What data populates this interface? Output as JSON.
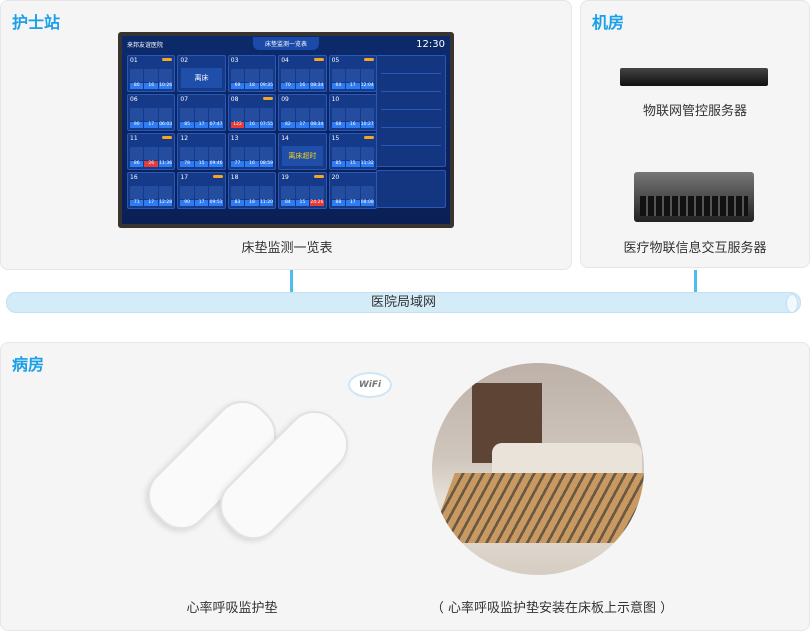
{
  "nurse_station": {
    "title": "护士站",
    "caption": "床垫监测一览表",
    "screen": {
      "hospital": "来邦友谊医院",
      "title": "床垫监测一览表",
      "time": "12:30",
      "beds": [
        {
          "no": "01",
          "hr": "80",
          "rr": "16",
          "t": "10:26",
          "tag": true
        },
        {
          "no": "02",
          "status": "离床"
        },
        {
          "no": "03",
          "hr": "69",
          "rr": "18",
          "t": "09:35"
        },
        {
          "no": "04",
          "hr": "70",
          "rr": "16",
          "t": "08:34",
          "tag": true
        },
        {
          "no": "05",
          "hr": "64",
          "rr": "17",
          "t": "12:04",
          "tag": true
        },
        {
          "no": "06",
          "hr": "90",
          "rr": "17",
          "t": "06:03"
        },
        {
          "no": "07",
          "hr": "85",
          "rr": "17",
          "t": "07:47"
        },
        {
          "no": "08",
          "hr": "122",
          "rr": "16",
          "t": "07:55",
          "tag": true,
          "alert": "hr"
        },
        {
          "no": "09",
          "hr": "82",
          "rr": "17",
          "t": "08:34"
        },
        {
          "no": "10",
          "hr": "68",
          "rr": "16",
          "t": "10:27"
        },
        {
          "no": "11",
          "hr": "86",
          "rr": "26",
          "t": "11:36",
          "tag": true,
          "alert": "rr"
        },
        {
          "no": "12",
          "hr": "78",
          "rr": "15",
          "t": "09:46"
        },
        {
          "no": "13",
          "hr": "77",
          "rr": "16",
          "t": "08:59"
        },
        {
          "no": "14",
          "status": "离床超时",
          "over": true
        },
        {
          "no": "15",
          "hr": "85",
          "rr": "15",
          "t": "11:32",
          "tag": true
        },
        {
          "no": "16",
          "hr": "71",
          "rr": "17",
          "t": "12:28"
        },
        {
          "no": "17",
          "hr": "90",
          "rr": "17",
          "t": "09:51",
          "tag": true
        },
        {
          "no": "18",
          "hr": "83",
          "rr": "18",
          "t": "11:20"
        },
        {
          "no": "19",
          "hr": "84",
          "rr": "15",
          "t": "24:26",
          "tag": true,
          "alert": "t"
        },
        {
          "no": "20",
          "hr": "88",
          "rr": "17",
          "t": "08:08"
        }
      ]
    }
  },
  "server_room": {
    "title": "机房",
    "server1": "物联网管控服务器",
    "server2": "医疗物联信息交互服务器"
  },
  "network": "医院局域网",
  "ward": {
    "title": "病房",
    "wifi": "WiFi",
    "pad_caption": "心率呼吸监护垫",
    "photo_caption": "（ 心率呼吸监护垫安装在床板上示意图 ）"
  }
}
